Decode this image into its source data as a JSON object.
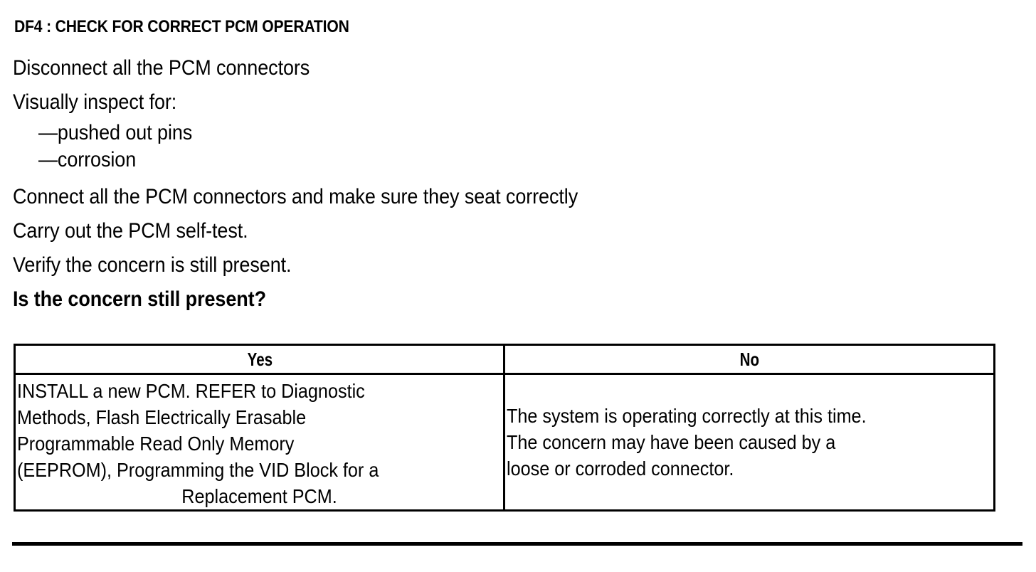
{
  "document": {
    "step_title": "DF4 : CHECK FOR CORRECT PCM OPERATION",
    "instructions": [
      {
        "text": "Disconnect all the PCM connectors",
        "style": "normal"
      },
      {
        "text": "Visually inspect for:",
        "style": "normal"
      },
      {
        "text": "—pushed out pins",
        "style": "indent"
      },
      {
        "text": "—corrosion",
        "style": "indent"
      },
      {
        "text": "Connect all the PCM connectors and make sure they seat correctly",
        "style": "normal"
      },
      {
        "text": "Carry out the PCM self-test.",
        "style": "normal"
      },
      {
        "text": "Verify the concern is still present.",
        "style": "normal"
      },
      {
        "text": "Is the concern still present?",
        "style": "bold"
      }
    ],
    "decision_table": {
      "headers": [
        "Yes",
        "No"
      ],
      "yes_cell_lines": [
        "INSTALL a new PCM. REFER to Diagnostic",
        "Methods, Flash Electrically Erasable",
        "Programmable Read Only Memory",
        "(EEPROM), Programming the VID Block for a",
        "Replacement PCM."
      ],
      "no_cell_lines": [
        "The system is operating correctly at this time.",
        "The concern may have been caused by a",
        "loose or corroded connector."
      ]
    },
    "colors": {
      "text": "#000000",
      "background": "#ffffff",
      "border": "#000000"
    }
  }
}
